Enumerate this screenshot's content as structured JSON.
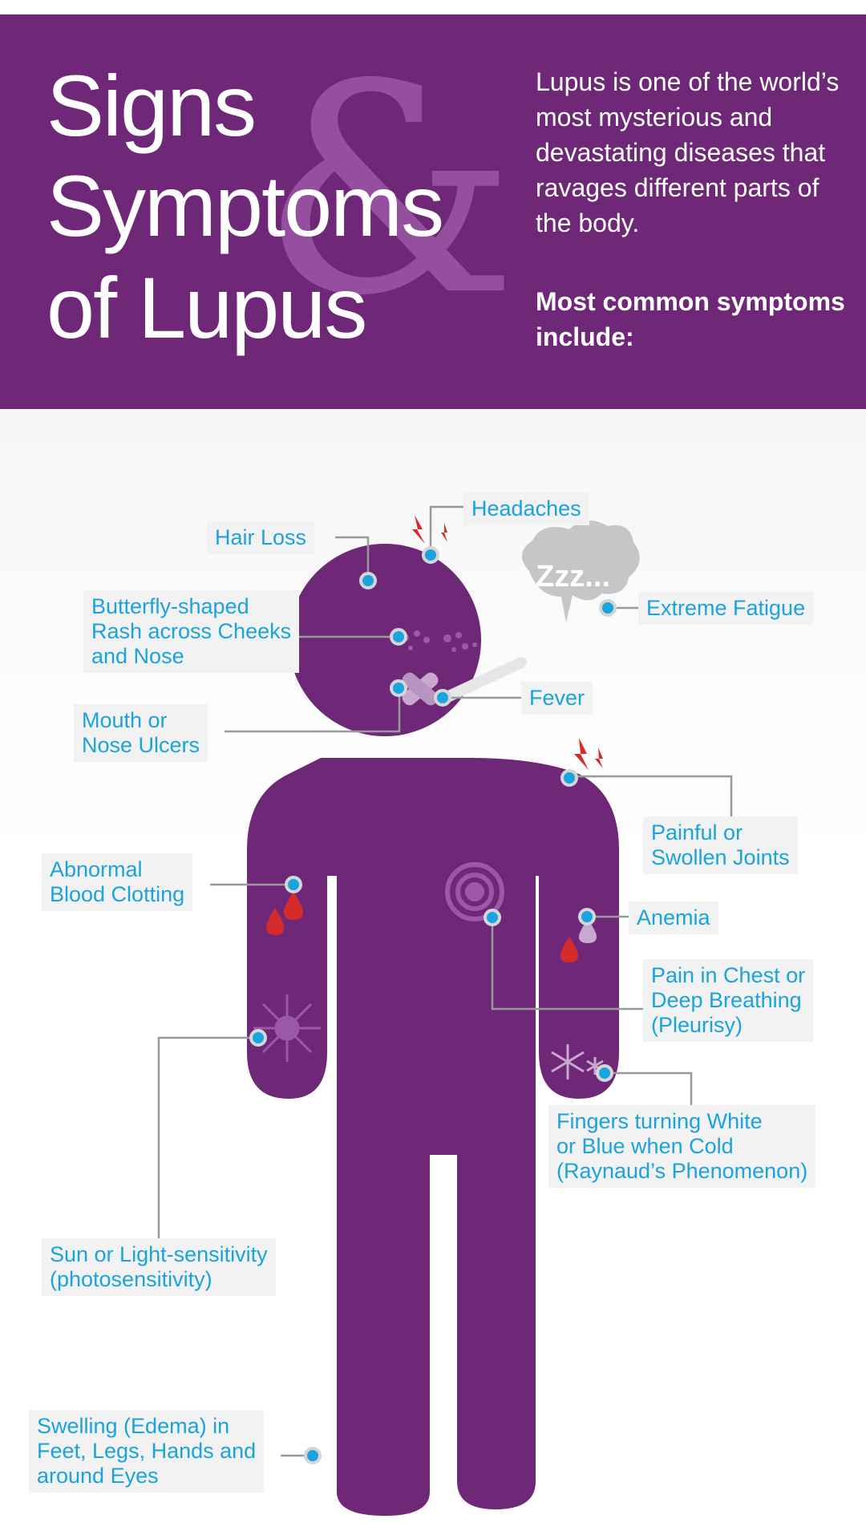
{
  "header": {
    "title_lines": [
      "Signs",
      "Symptoms",
      "of Lupus"
    ],
    "ampersand": "&",
    "intro": "Lupus is one of the world’s most mysterious and devastating diseases that ravages different parts of the body.",
    "intro_bold": "Most common symptoms include:"
  },
  "fatigue_bubble": "Zzz...",
  "symptoms": {
    "headaches": "Headaches",
    "hair_loss": "Hair Loss",
    "butterfly_rash": "Butterfly-shaped\nRash across Cheeks\nand Nose",
    "extreme_fatigue": "Extreme Fatigue",
    "fever": "Fever",
    "mouth_ulcers": "Mouth or\nNose Ulcers",
    "painful_joints": "Painful or\nSwollen Joints",
    "blood_clotting": "Abnormal\nBlood Clotting",
    "anemia": "Anemia",
    "chest_pain": "Pain in Chest or\nDeep Breathing\n(Pleurisy)",
    "raynauds": "Fingers turning White\nor Blue when Cold\n(Raynaud’s Phenomenon)",
    "photosensitivity": "Sun or Light-sensitivity\n(photosensitivity)",
    "swelling": "Swelling (Edema) in\nFeet, Legs, Hands and\naround Eyes"
  },
  "colors": {
    "purple": "#6f2878",
    "light_purple": "#9b58a6",
    "label_text": "#1aa3dd",
    "marker": "#1aa3dd",
    "red": "#d62b2b"
  }
}
